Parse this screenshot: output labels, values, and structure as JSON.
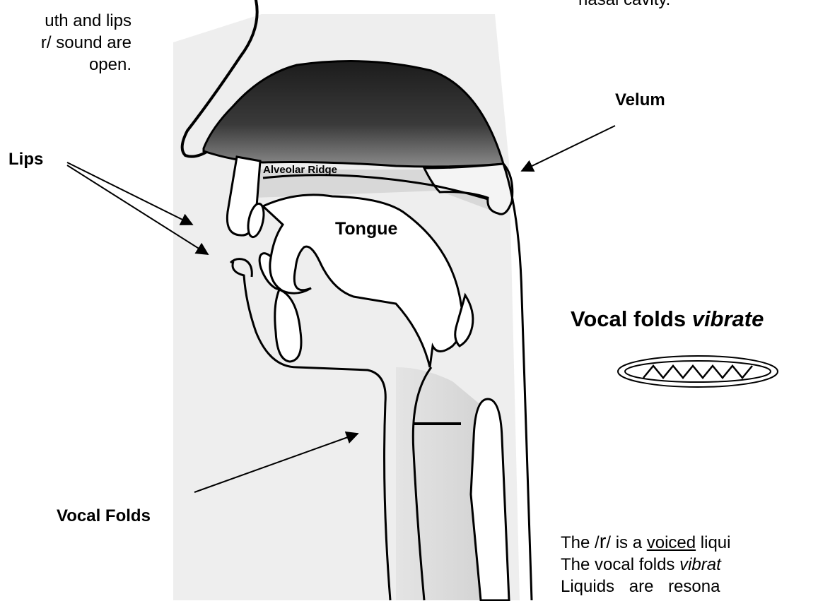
{
  "intro_text": {
    "line1": "uth and lips",
    "line2": "r/ sound are",
    "line3": "open."
  },
  "nasal_text": "nasal cavity.",
  "labels": {
    "lips": "Lips",
    "velum": "Velum",
    "tongue": "Tongue",
    "alveolar_ridge": "Alveolar Ridge",
    "vocal_folds": "Vocal Folds"
  },
  "vibrate_heading": {
    "prefix": "Vocal folds",
    "emphasis": "vibrate"
  },
  "voiced_text": {
    "line1_pre": "The /",
    "line1_sym": "r",
    "line1_mid": "/ is a ",
    "line1_underlined": "voiced",
    "line1_post": " liqui",
    "line2_pre": "The vocal folds ",
    "line2_italic": "vibrat",
    "line3": "Liquids are resona"
  },
  "icons": {
    "vibration": "zigzag-in-oval-icon"
  }
}
